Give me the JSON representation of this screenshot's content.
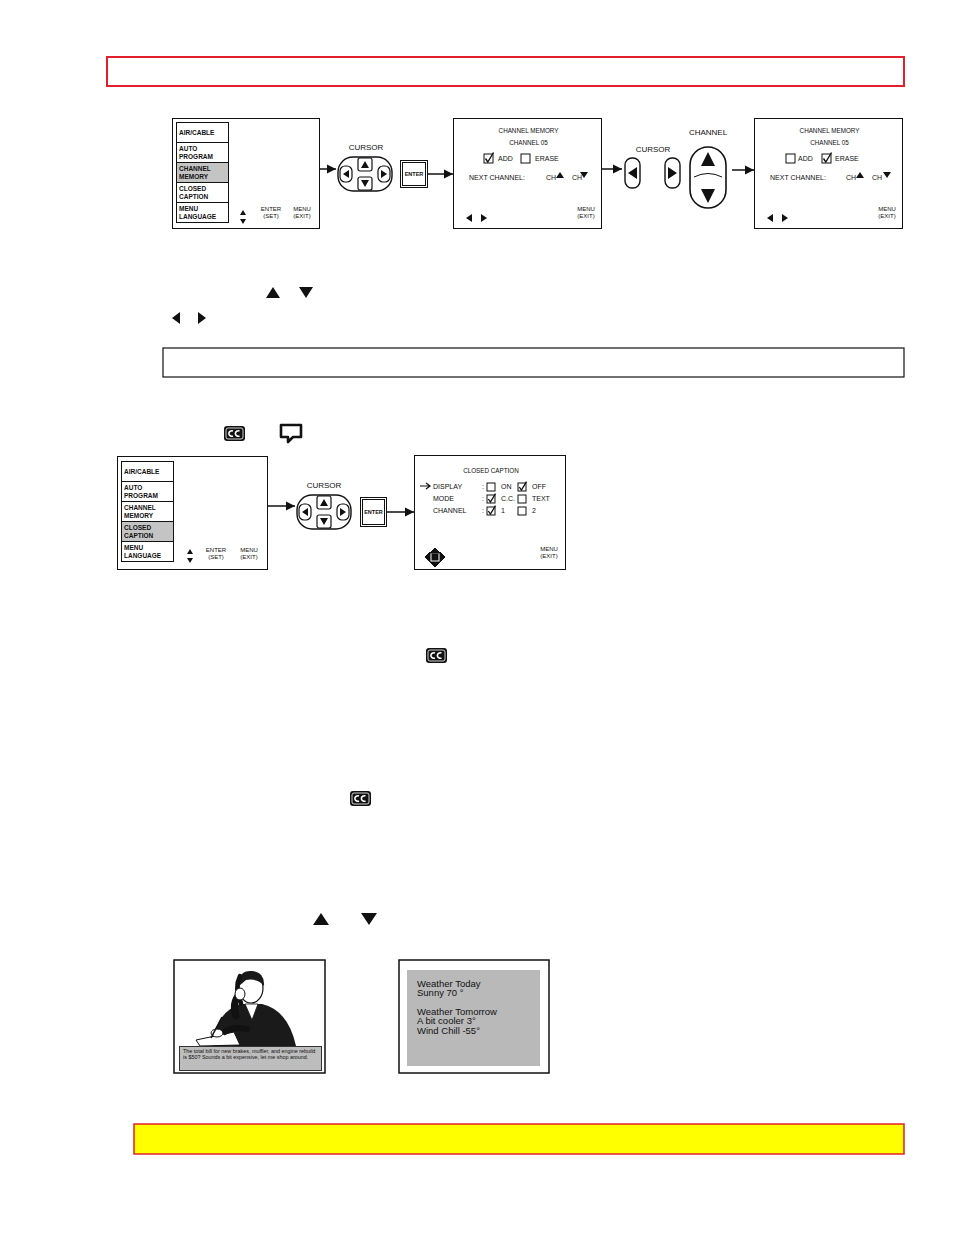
{
  "diagram": {
    "nodes": [
      {
        "text": [
          "ENTER (SET)",
          "MENU (EXIT)"
        ]
      },
      {
        "text": [
          "AIR/CABLE"
        ],
        "in": 0
      },
      {
        "text": [
          "AUTO PROGRAM"
        ],
        "in": 0
      },
      {
        "text": [
          "CHANNEL MEMORY"
        ],
        "in": 0
      },
      {
        "text": [
          "CLOSED CAPTION"
        ],
        "in": 0
      },
      {
        "text": [
          "MENU LANGUAGE"
        ],
        "in": 0
      },
      {
        "text": [
          "CURSOR"
        ]
      },
      {
        "text": [
          "ENTER"
        ]
      },
      {
        "text": [
          "CHANNEL MEMORY",
          "CHANNEL 05",
          "ADD",
          "ERASE",
          "NEXT CHANNEL:",
          "CH",
          "CH",
          "MENU (EXIT)"
        ]
      },
      {
        "text": [
          "CURSOR"
        ]
      },
      {
        "text": [
          "CHANNEL"
        ]
      },
      {
        "text": [
          "CHANNEL MEMORY",
          "CHANNEL 05",
          "ADD",
          "ERASE",
          "NEXT CHANNEL:",
          "CH",
          "CH",
          "MENU (EXIT)"
        ]
      },
      {
        "text": [
          "ENTER (SET)",
          "MENU (EXIT)"
        ]
      },
      {
        "text": [
          "AIR/CABLE"
        ],
        "in": 12
      },
      {
        "text": [
          "AUTO PROGRAM"
        ],
        "in": 12
      },
      {
        "text": [
          "CHANNEL MEMORY"
        ],
        "in": 12
      },
      {
        "text": [
          "CLOSED CAPTION"
        ],
        "in": 12
      },
      {
        "text": [
          "MENU LANGUAGE"
        ],
        "in": 12
      },
      {
        "text": [
          "CURSOR"
        ]
      },
      {
        "text": [
          "ENTER"
        ]
      },
      {
        "text": [
          "CLOSED CAPTION",
          "DISPLAY",
          ":",
          "ON",
          "OFF",
          "MODE",
          ":",
          "C.C.",
          "TEXT",
          "CHANNEL",
          ":",
          "1",
          "2",
          "MENU (EXIT)"
        ]
      },
      {
        "text": [
          "The total bill for new brakes, muffler, and engine rebuild is $50? Sounds a bit expensive, let me shop around."
        ]
      },
      {
        "text": [
          "Weather Today",
          "Sunny 70 °",
          "Weather Tomorrow",
          "A bit cooler 3°",
          "Wind Chill -55°"
        ]
      }
    ],
    "edges": [
      {
        "from": 0,
        "to": 6,
        "arrow": "to"
      },
      {
        "from": 7,
        "to": 8,
        "arrow": "to"
      },
      {
        "from": 8,
        "to": 9,
        "arrow": "to"
      },
      {
        "from": 10,
        "to": 11,
        "arrow": "to"
      },
      {
        "from": 12,
        "to": 18,
        "arrow": "to"
      },
      {
        "from": 19,
        "to": 20,
        "arrow": "to"
      }
    ]
  }
}
